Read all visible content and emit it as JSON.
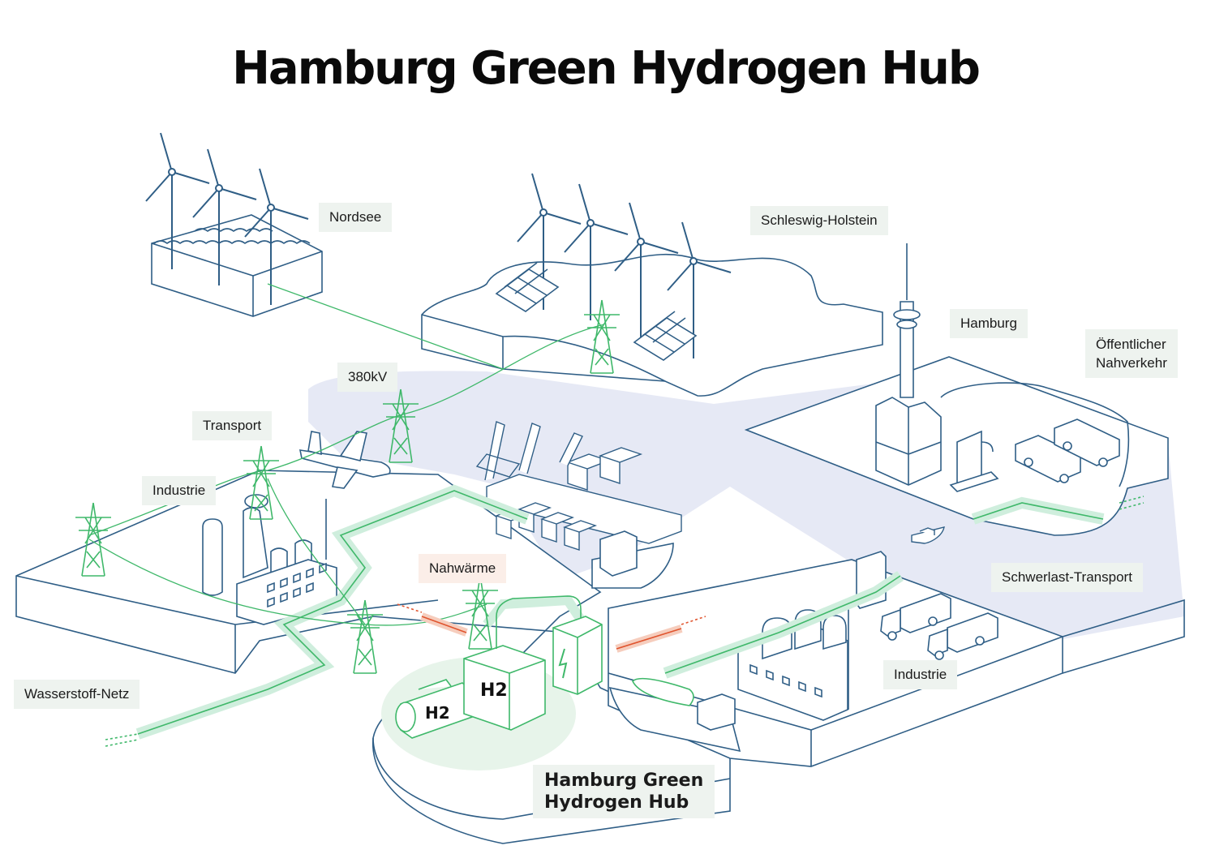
{
  "title": "Hamburg Green Hydrogen Hub",
  "labels": {
    "nordsee": "Nordsee",
    "schleswig_holstein": "Schleswig-Holstein",
    "hamburg": "Hamburg",
    "oepnv_line1": "Öffentlicher",
    "oepnv_line2": "Nahverkehr",
    "kv380": "380kV",
    "transport": "Transport",
    "industrie_left": "Industrie",
    "nahwaerme": "Nahwärme",
    "schwerlast": "Schwerlast-Transport",
    "industrie_right": "Industrie",
    "wasserstoff_netz": "Wasserstoff-Netz",
    "hub_line1": "Hamburg Green",
    "hub_line2": "Hydrogen Hub"
  },
  "symbols": {
    "h2_tank": "H2",
    "h2_electrolyzer": "H2"
  },
  "colors": {
    "outline": "#2f5e86",
    "pipeline": "#3fb86a",
    "heat": "#e0552f",
    "water": "#e6e9f5",
    "label_bg": "#eef3ef",
    "hub_glow": "#e7f4ea"
  }
}
